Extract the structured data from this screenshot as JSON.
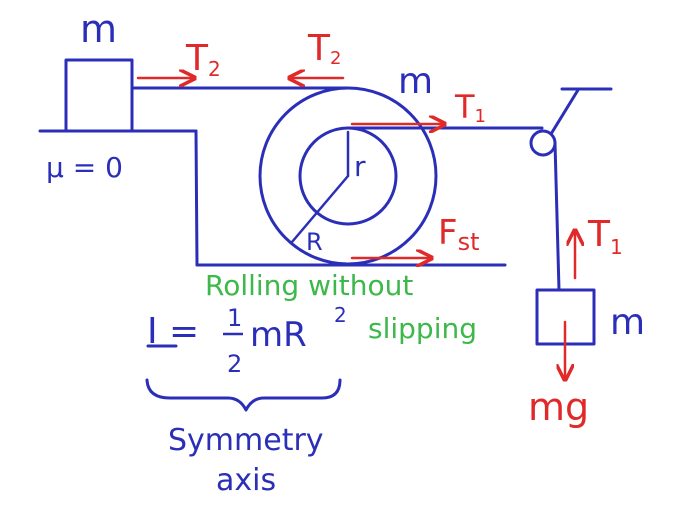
{
  "labels": {
    "mass_top_left": "m",
    "mass_wheel": "m",
    "mass_hanging": "m",
    "friction_coeff": "μ = 0",
    "tension_t2_left": "T",
    "tension_t2_left_sub": "2",
    "tension_t2_right": "T",
    "tension_t2_right_sub": "2",
    "tension_t1_top": "T",
    "tension_t1_top_sub": "1",
    "tension_t1_right": "T",
    "tension_t1_right_sub": "1",
    "friction_force": "F",
    "friction_force_sub": "st",
    "inner_radius": "r",
    "outer_radius": "R",
    "weight": "mg",
    "rolling_line1": "Rolling without",
    "rolling_line2": "slipping",
    "inertia_lhs": "I =",
    "inertia_num": "1",
    "inertia_den": "2",
    "inertia_rhs": "mR",
    "inertia_exp": "2",
    "symmetry_line1": "Symmetry",
    "symmetry_line2": "axis"
  },
  "colors": {
    "structure": "#2b2fb8",
    "forces": "#e02a2a",
    "note": "#3db84a"
  }
}
